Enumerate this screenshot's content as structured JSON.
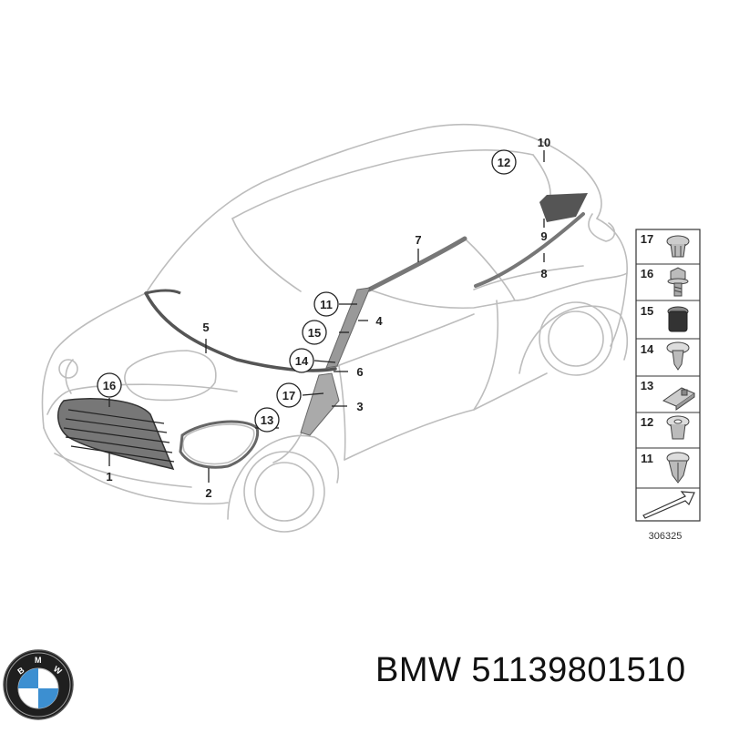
{
  "diagram": {
    "callouts": [
      "1",
      "2",
      "3",
      "4",
      "5",
      "6",
      "7",
      "8",
      "9",
      "10",
      "11",
      "12",
      "13",
      "14",
      "15",
      "16",
      "17"
    ],
    "parts_panel": [
      "17",
      "16",
      "15",
      "14",
      "13",
      "12",
      "11"
    ],
    "reference_number": "306325"
  },
  "footer": {
    "brand_logo": "BMW",
    "part_text": "BMW 51139801510"
  }
}
